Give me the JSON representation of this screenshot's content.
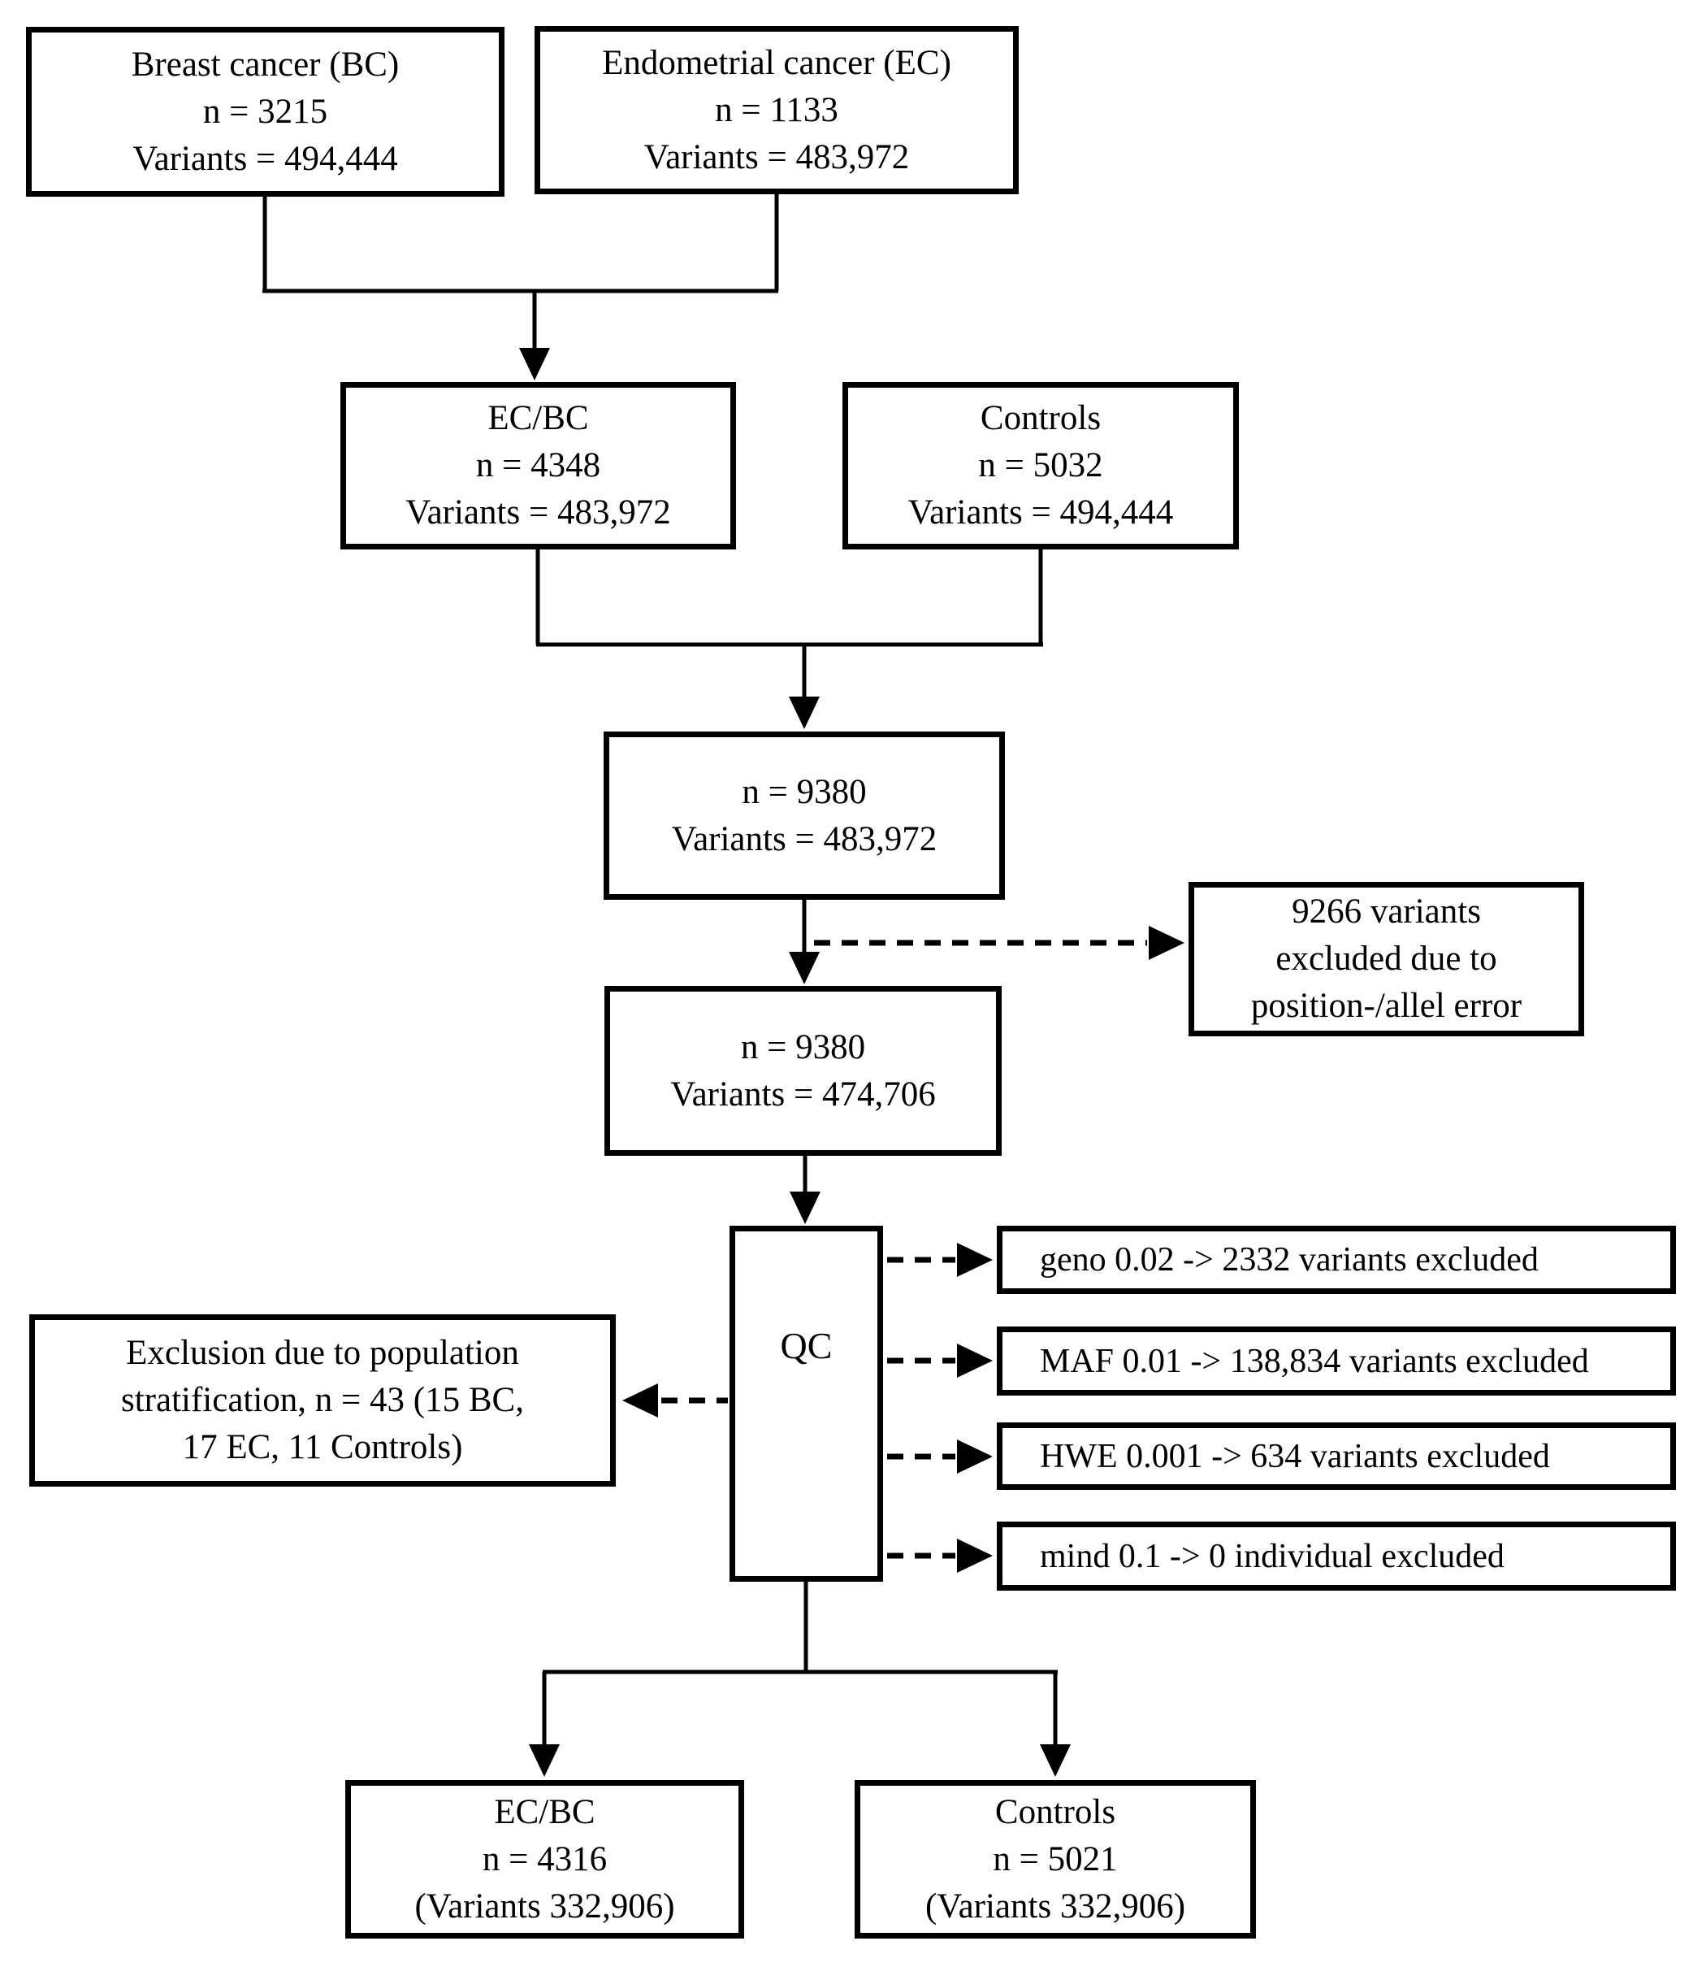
{
  "colors": {
    "ink": "#000000",
    "paper": "#ffffff"
  },
  "diagram_type": "flowchart",
  "boxes": {
    "bc": {
      "lines": [
        "Breast cancer (BC)",
        "n = 3215",
        "Variants = 494,444"
      ]
    },
    "ec": {
      "lines": [
        "Endometrial cancer (EC)",
        "n = 1133",
        "Variants = 483,972"
      ]
    },
    "ecbc": {
      "lines": [
        "EC/BC",
        "n = 4348",
        "Variants = 483,972"
      ]
    },
    "controls": {
      "lines": [
        "Controls",
        "n = 5032",
        "Variants = 494,444"
      ]
    },
    "merged": {
      "lines": [
        "n = 9380",
        "Variants = 483,972"
      ]
    },
    "position_exclusion": {
      "lines": [
        "9266 variants",
        "excluded due to",
        "position-/allel error"
      ]
    },
    "merged_after_exclusion": {
      "lines": [
        "n = 9380",
        "Variants = 474,706"
      ]
    },
    "qc": {
      "label": "QC"
    },
    "qc_geno": {
      "label": "geno 0.02 -> 2332 variants excluded"
    },
    "qc_maf": {
      "label": "MAF 0.01 -> 138,834 variants excluded"
    },
    "qc_hwe": {
      "label": "HWE 0.001 -> 634 variants excluded"
    },
    "qc_mind": {
      "label": "mind 0.1 -> 0 individual excluded"
    },
    "population_stratification": {
      "lines": [
        "Exclusion due to population",
        "stratification, n = 43 (15 BC,",
        "17 EC, 11 Controls)"
      ]
    },
    "final_ecbc": {
      "lines": [
        "EC/BC",
        "n = 4316",
        "(Variants 332,906)"
      ]
    },
    "final_controls": {
      "lines": [
        "Controls",
        "n = 5021",
        "(Variants 332,906)"
      ]
    }
  }
}
